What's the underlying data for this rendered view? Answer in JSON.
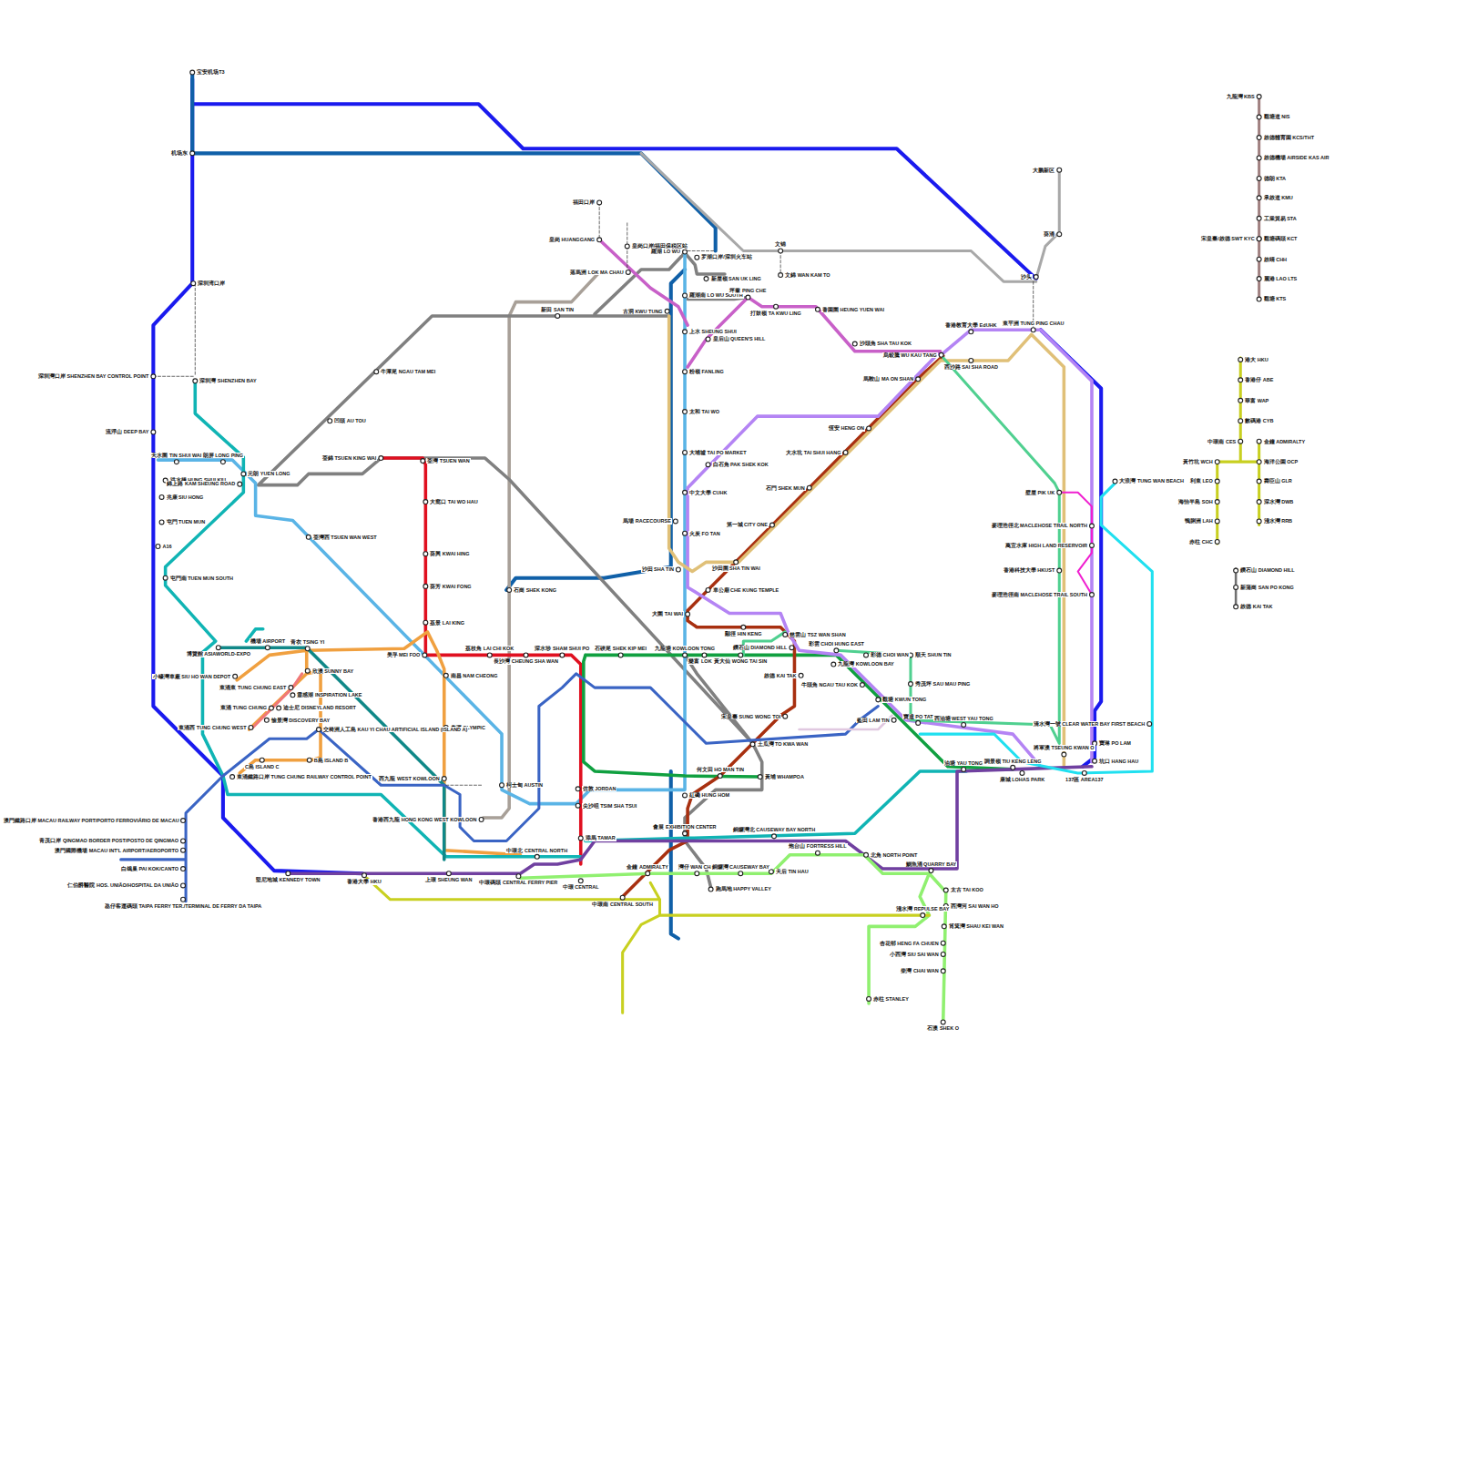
{
  "diagram": {
    "labels": [
      "宝安机场T3",
      "机场东",
      "深圳湾口岸",
      "深圳灣口岸 SHENZHEN BAY CONTROL POINT",
      "深圳灣 SHENZHEN BAY",
      "流浮山 DEEP BAY",
      "天水圍 TIN SHUI WAI",
      "朗屏 LONG PING",
      "洪水橋 HUNG SHUI KIU",
      "錦上路 KAM SHEUNG ROAD",
      "元朗 YUEN LONG",
      "兆康 SIU HONG",
      "屯門 TUEN MUN",
      "A16",
      "屯門南 TUEN MUN SOUTH",
      "牛潭尾 NGAU TAM MEI",
      "凹頭 AU TOU",
      "荃錦 TSUEN KING WAI",
      "荃灣 TSUEN WAN",
      "荃灣西 TSUEN WAN WEST",
      "大窩口 TAI WO HAU",
      "葵興 KWAI HING",
      "葵芳 KWAI FONG",
      "荔景 LAI KING",
      "美孚 MEI FOO",
      "荔枝角 LAI CHI KOK",
      "長沙灣 CHEUNG SHA WAN",
      "深水埗 SHAM SHUI PO",
      "石硤尾 SHEK KIP MEI",
      "九龍塘 KOWLOON TONG",
      "樂富 LOK FU",
      "黃大仙 WONG TAI SIN",
      "南昌 NAM CHEONG",
      "奧運 OLYMPIC",
      "西九龍 WEST KOWLOON",
      "香港西九龍 HONG KONG WEST KOWLOON",
      "柯士甸 AUSTIN",
      "石崗 SHEK KONG",
      "新田 SAN TIN",
      "古洞 KWU TUNG",
      "落馬洲 LOK MA CHAU",
      "皇岗 HUANGGANG",
      "福田口岸",
      "皇岗口岸/福田保税区站",
      "羅湖 LO WU",
      "罗湖口岸/深圳火车站",
      "新屋嶺 SAN UK LING",
      "羅湖南 LO WU SOUTH",
      "坪輋 PING CHE",
      "文锦",
      "文錦 WAN KAM TO",
      "打鼓嶺 TA KWU LING",
      "香園圍 HEUNG YUEN WAI",
      "沙頭角 SHA TAU KOK",
      "烏蛟騰 WU KAU TANG",
      "西沙路 SAI SHA ROAD",
      "香港教育大學 EdUHK",
      "東平洲 TUNG PING CHAU",
      "大鹏新区",
      "葵涌",
      "沙头",
      "上水 SHEUNG SHUI",
      "粉嶺 FANLING",
      "太和 TAI WO",
      "大埔墟 TAI PO MARKET",
      "白石角 PAK SHEK KOK",
      "中文大學 CUHK",
      "馬場 RACECOURSE",
      "火炭 FO TAN",
      "沙田 SHA TIN",
      "皇后山 QUEEN'S HILL",
      "恆安 HENG ON",
      "大水坑 TAI SHUI HANG",
      "石門 SHEK MUN",
      "第一城 CITY ONE",
      "沙田圍 SHA TIN WAI",
      "車公廟 CHE KUNG TEMPLE",
      "大圍 TAI WAI",
      "顯徑 HIN KENG",
      "馬鞍山 MA ON SHAN",
      "慈雲山 TSZ WAN SHAN",
      "鑽石山 DIAMOND HILL",
      "彩雲 CHOI HUNG EAST",
      "九龍灣 KOWLOON BAY",
      "啟德 KAI TAK",
      "牛頭角 NGAU TAU KOK",
      "宋皇臺 SUNG WONG TOI",
      "土瓜灣 TO KWA WAN",
      "觀塘 KWUN TONG",
      "藍田 LAM TIN",
      "寶達 PO TAT",
      "順天 SHUN TIN",
      "秀茂坪 SAU MAU PING",
      "彩德 CHOI WAN",
      "西油塘 WEST YAU TONG",
      "油塘 YAU TONG",
      "調景嶺 TIU KENG LENG",
      "康城 LOHAS PARK",
      "將軍澳 TSEUNG KWAN O",
      "坑口 HANG HAU",
      "寶琳 PO LAM",
      "137區 AREA137",
      "清水灣一號 CLEAR WATER BAY FIRST BEACH",
      "大浪灣 TUNG WAN BEACH",
      "壁屋 PIK UK",
      "麥理浩徑北 MACLEHOSE TRAIL NORTH",
      "萬宜水庫 HIGH LAND RESERVOIR",
      "香港科技大學 HKUST",
      "麥理浩徑南 MACLEHOSE TRAIL SOUTH",
      "何文田 HO MAN TIN",
      "黃埔 WHAMPOA",
      "紅磡 HUNG HOM",
      "佐敦 JORDAN",
      "尖沙咀 TSIM SHA TSUI",
      "添馬 TAMAR",
      "會展 EXHIBITION CENTER",
      "銅鑼灣北 CAUSEWAY BAY NORTH",
      "炮台山 FORTRESS HILL",
      "北角 NORTH POINT",
      "鰂魚涌 QUARRY BAY",
      "中環北 CENTRAL NORTH",
      "中環 CENTRAL",
      "中環碼頭 CENTRAL FERRY PIER",
      "上環 SHEUNG WAN",
      "堅尼地城 KENNEDY TOWN",
      "香港大學 HKU",
      "金鐘 ADMIRALTY",
      "中環南 CENTRAL SOUTH",
      "灣仔 WAN CHAI",
      "跑馬地 HAPPY VALLEY",
      "銅鑼灣 CAUSEWAY BAY",
      "天后 TIN HAU",
      "太古 TAI KOO",
      "淺水灣 REPULSE BAY",
      "西灣河 SAI WAN HO",
      "筲箕灣 SHAU KEI WAN",
      "杏花邨 HENG FA CHUEN",
      "小西灣 SIU SAI WAN",
      "柴灣 CHAI WAN",
      "赤柱 STANLEY",
      "石澳 SHEK O",
      "機場 AIRPORT",
      "博覽館 ASIAWORLD-EXPO",
      "青衣 TSING YI",
      "欣澳 SUNNY BAY",
      "小蠔灣車廠 SIU HO WAN DEPOT",
      "東涌東 TUNG CHUNG EAST",
      "靈感湖 INSPIRATION LAKE",
      "東涌 TUNG CHUNG",
      "迪士尼 DISNEYLAND RESORT",
      "愉景灣 DISCOVERY BAY",
      "東涌西 TUNG CHUNG WEST",
      "交椅洲人工島 KAU YI CHAU ARTIFICIAL ISLAND (ISLAND A)",
      "C島 ISLAND C",
      "B島 ISLAND B",
      "東涌鐵路口岸 TUNG CHUNG RAILWAY CONTROL POINT",
      "澳門鐵路口岸 MACAU RAILWAY PORT/PORTO FERROVIÁRIO DE MACAU",
      "青茂口岸 QINGMAO BORDER POST/POSTO DE QINGMAO",
      "澳門國際機場 MACAU INT'L AIRPORT/AEROPORTO",
      "白鴿巢 PAI KOK/CANTO",
      "仁伯爵醫院 HOS. UNIÃO/HOSPITAL DA UNIÃO",
      "氹仔客運碼頭 TAIPA FERRY TER./TERMINAL DE FERRY DA TAIPA",
      "九龍灣 KBS",
      "觀塘道 NIS",
      "啟德體育園 KCS/THT",
      "啟德機場 AIRSIDE KAS AIR",
      "德朗 KTA",
      "承啟道 KMU",
      "工業貿易 STA",
      "觀塘碼頭 KCT",
      "宋皇臺/啟德 SWT KYC",
      "啟晴 CHH",
      "麗港 LAO LTS",
      "觀塘 KTS",
      "港大 HKU",
      "香港仔 ABE",
      "華富 WAP",
      "數碼港 CYB",
      "中環南 CES",
      "金鐘 ADMIRALTY",
      "黃竹坑 WCH",
      "海洋公園 OCP",
      "利東 LEO",
      "壽臣山 GLR",
      "海怡半島 SOH",
      "深水灣 DWB",
      "鴨脷洲 LAH",
      "淺水灣 RRB",
      "赤柱 CHC",
      "鑽石山 DIAMOND HILL",
      "新蒲崗 SAN PO KONG",
      "啟德 KAI TAK"
    ]
  }
}
